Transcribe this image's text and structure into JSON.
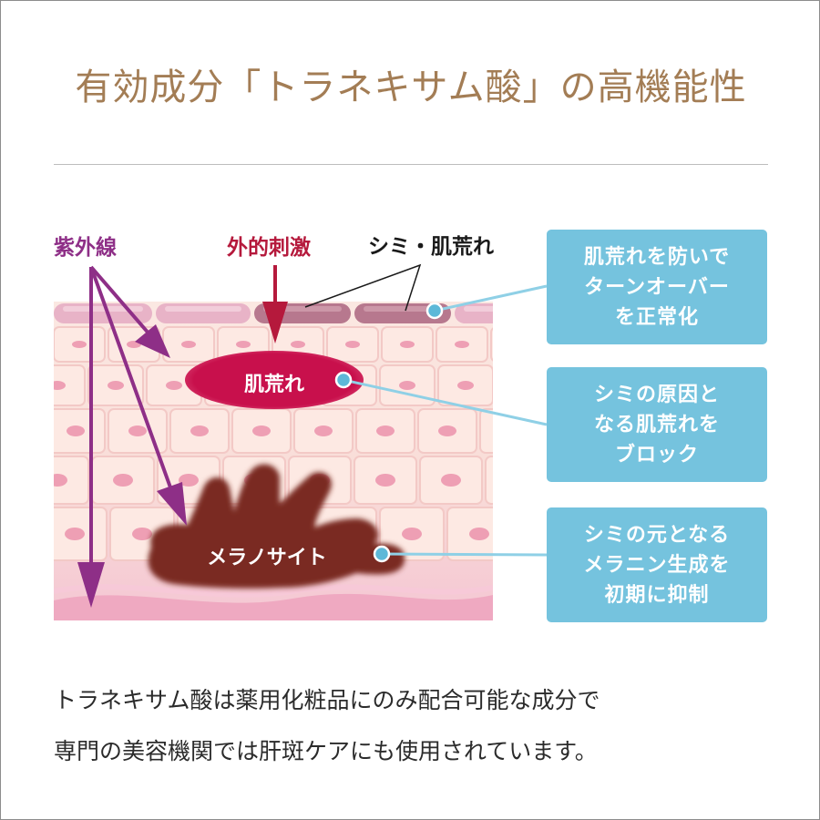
{
  "title": "有効成分「トラネキサム酸」の高機能性",
  "diagram": {
    "uv_label": "紫外線",
    "external_stimulus_label": "外的刺激",
    "spots_rough_skin_label": "シミ・肌荒れ",
    "rough_skin_label": "肌荒れ",
    "melanocyte_label": "メラノサイト",
    "colors": {
      "uv_arrow": "#8e2f87",
      "stimulus_arrow": "#b5193c",
      "rough_skin_blob": "#c8104c",
      "melanocyte": "#7a2a24",
      "connector": "#8fd0e6",
      "box": "#75c3de",
      "title": "#a37d55"
    }
  },
  "boxes": [
    {
      "lines": [
        "肌荒れを防いで",
        "ターンオーバー",
        "を正常化"
      ]
    },
    {
      "lines": [
        "シミの原因と",
        "なる肌荒れを",
        "ブロック"
      ]
    },
    {
      "lines": [
        "シミの元となる",
        "メラニン生成を",
        "初期に抑制"
      ]
    }
  ],
  "caption": {
    "line1": "トラネキサム酸は薬用化粧品にのみ配合可能な成分で",
    "line2": "専門の美容機関では肝斑ケアにも使用されています。"
  }
}
